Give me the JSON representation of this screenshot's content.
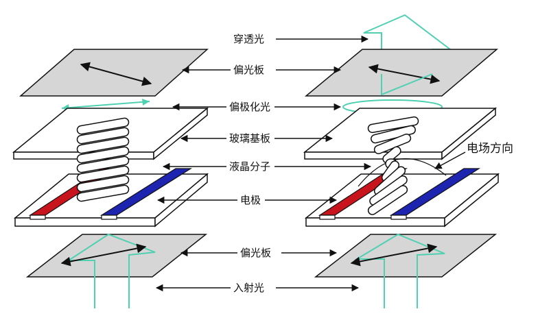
{
  "labels": {
    "transmitted_light": "穿透光",
    "polarizer_top": "偏光板",
    "polarized_light": "偏极化光",
    "glass_substrate": "玻璃基板",
    "liquid_crystal": "液晶分子",
    "electrode": "电极",
    "polarizer_bottom": "偏光板",
    "incident_light": "入射光",
    "field_direction": "电场方向"
  },
  "colors": {
    "line": "#111111",
    "polarizer_fill": "#d6d6d6",
    "light_arrow": "#4fd0b0",
    "electrode_red": "#c8141c",
    "electrode_blue": "#1c24b0",
    "substrate_fill": "#ffffff"
  }
}
